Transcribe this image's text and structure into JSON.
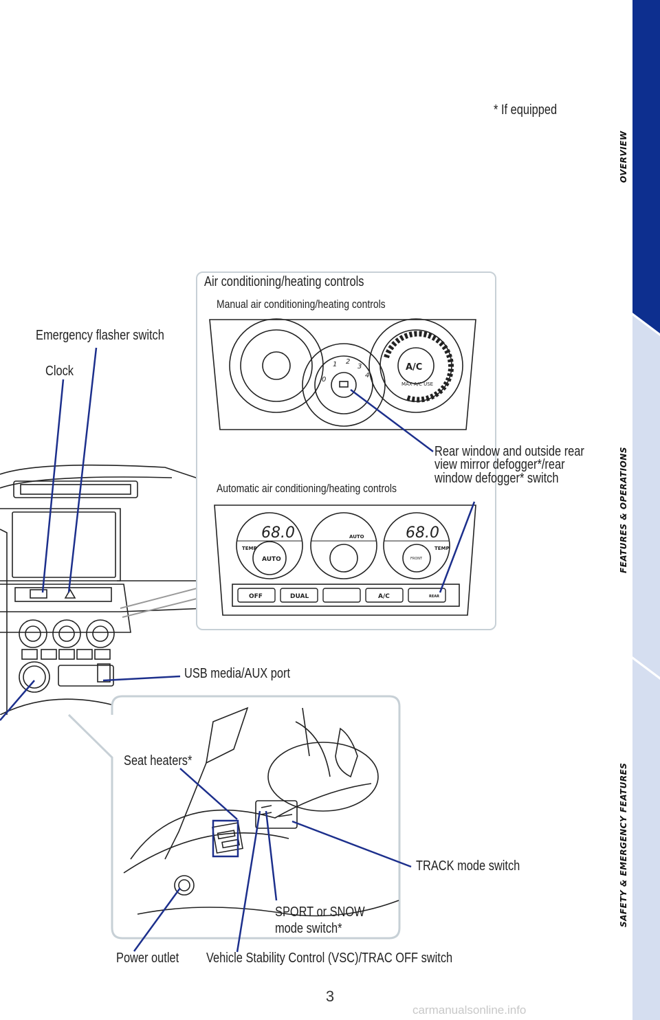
{
  "footnote": "* If equipped",
  "side_tabs": [
    "OVERVIEW",
    "FEATURES & OPERATIONS",
    "SAFETY & EMERGENCY FEATURES"
  ],
  "colors": {
    "tab_active": "#0d2f8f",
    "tab_inactive": "#d5def0",
    "callout_line": "#1c2f8c",
    "panel_border": "#c7d0d6"
  },
  "ac_panel": {
    "title": "Air conditioning/heating controls",
    "manual_title": "Manual air conditioning/heating controls",
    "auto_title": "Automatic air conditioning/heating controls",
    "manual_ac_label": "A/C",
    "max_ac_label": "MAX A/C USE",
    "fan_speeds": [
      "0",
      "1",
      "2",
      "3",
      "4"
    ],
    "temp_left": "68.0",
    "temp_right": "68.0",
    "temp_label": "TEMP",
    "auto_label": "AUTO",
    "front_label": "FRONT",
    "buttons": [
      "OFF",
      "DUAL",
      "",
      "A/C",
      "REAR"
    ]
  },
  "callouts": {
    "emergency_flasher": "Emergency flasher switch",
    "clock": "Clock",
    "rear_defogger": "Rear window and outside rear view mirror defogger*/rear window defogger* switch",
    "usb": "USB media/AUX port",
    "seat_heaters": "Seat heaters*",
    "track_mode": "TRACK mode switch",
    "sport_snow": "SPORT or SNOW mode switch*",
    "power_outlet": "Power outlet",
    "vsc": "Vehicle Stability Control (VSC)/TRAC OFF switch"
  },
  "page_number": "3",
  "watermark": "carmanualsonline.info"
}
